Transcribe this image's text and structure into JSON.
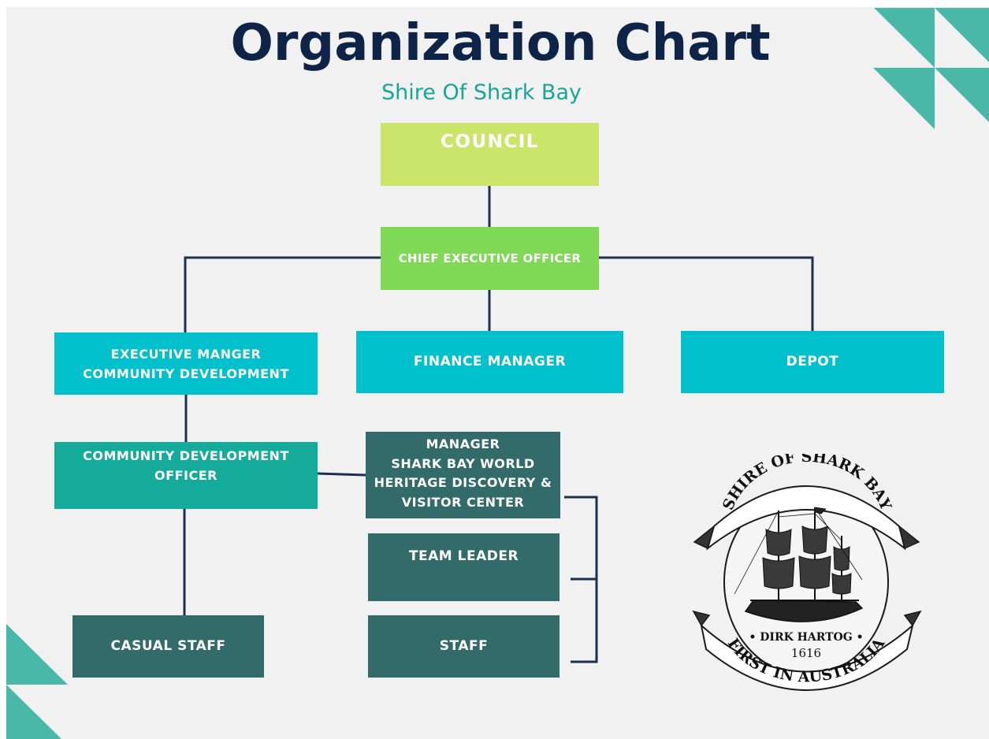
{
  "header": {
    "title": "Organization Chart",
    "subtitle": "Shire Of Shark Bay"
  },
  "nodes": {
    "council": "COUNCIL",
    "ceo": "CHIEF EXECUTIVE OFFICER",
    "exec_manager": "EXECUTIVE MANGER\nCOMMUNITY DEVELOPMENT",
    "finance_manager": "FINANCE MANAGER",
    "depot": "DEPOT",
    "community_dev_officer": "COMMUNITY DEVELOPMENT\nOFFICER",
    "visitor_center_manager": "MANAGER\nSHARK BAY WORLD\nHERITAGE DISCOVERY &\nVISITOR  CENTER",
    "team_leader": "TEAM LEADER",
    "staff": "STAFF",
    "casual_staff": "CASUAL STAFF"
  },
  "seal": {
    "top_text": "SHIRE OF SHARK BAY",
    "name_text": "• DIRK HARTOG •",
    "year_text": "1616",
    "bottom_text": "FIRST IN AUSTRALIA"
  },
  "colors": {
    "title": "#0d2347",
    "subtitle": "#17a596",
    "council": "#cbe46a",
    "ceo": "#7fd957",
    "managers": "#00c0cc",
    "officer": "#14ab9b",
    "staff": "#326b69",
    "lines": "#1b2f4f",
    "decor": "#4ab8a8"
  }
}
